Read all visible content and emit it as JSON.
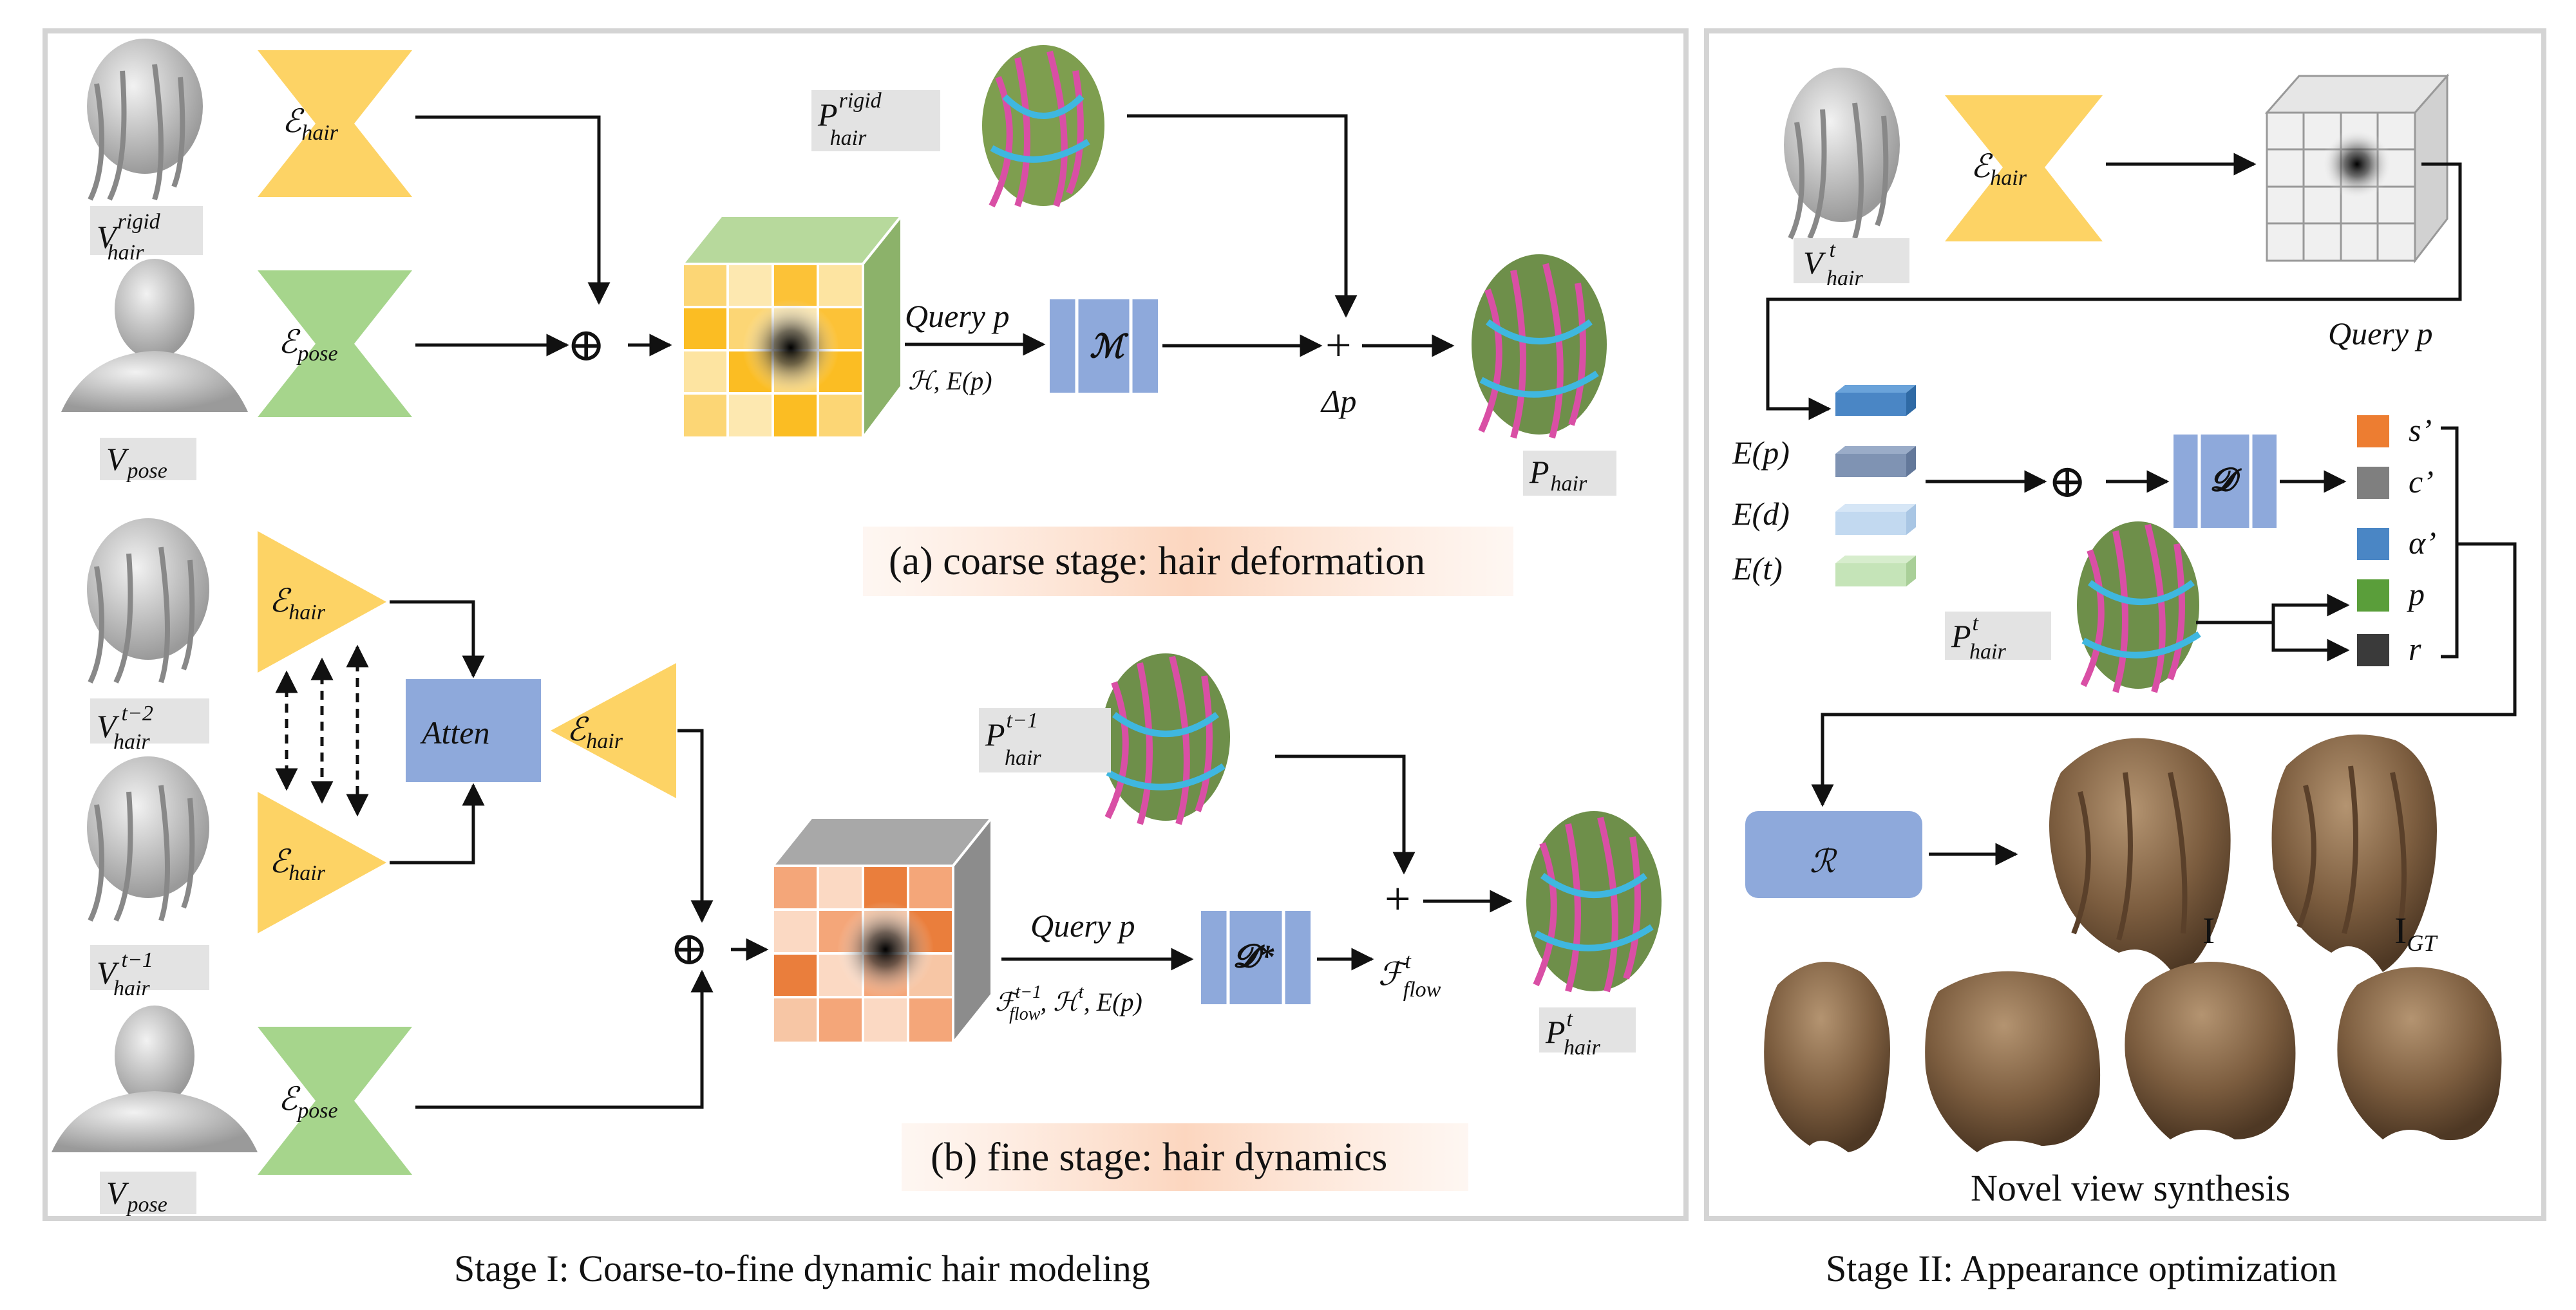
{
  "captions": {
    "stage1": "Stage I: Coarse-to-fine dynamic hair modeling",
    "stage2": "Stage II: Appearance optimization"
  },
  "coarse": {
    "title": "(a) coarse stage: hair deformation",
    "v_rigid": {
      "base": "V",
      "sup": "rigid",
      "sub": "hair"
    },
    "v_pose": {
      "base": "V",
      "sub": "pose"
    },
    "enc_hair": {
      "base": "ℰ",
      "sub": "hair"
    },
    "enc_pose": {
      "base": "ℰ",
      "sub": "pose"
    },
    "p_rigid": {
      "base": "P",
      "sup": "rigid",
      "sub": "hair"
    },
    "query": "Query p",
    "query_inputs": "ℋ, E(p)",
    "mlp": "ℳ",
    "delta": "Δp",
    "p_hair": {
      "base": "P",
      "sub": "hair"
    },
    "concat": "⊕",
    "plus": "+"
  },
  "fine": {
    "title": "(b) fine stage: hair dynamics",
    "v_t2": {
      "base": "V",
      "sup": "t−2",
      "sub": "hair"
    },
    "v_t1": {
      "base": "V",
      "sup": "t−1",
      "sub": "hair"
    },
    "v_pose": {
      "base": "V",
      "sub": "pose"
    },
    "enc_hair": {
      "base": "ℰ",
      "sub": "hair"
    },
    "enc_pose": {
      "base": "ℰ",
      "sub": "pose"
    },
    "atten": "Atten",
    "p_t1": {
      "base": "P",
      "sup": "t−1",
      "sub": "hair"
    },
    "query": "Query p",
    "query_inputs": "ℱ",
    "query_inputs_sup": "t−1",
    "query_inputs_sub": "flow",
    "query_inputs_rest": ", ℋ",
    "query_inputs_rest_sup": "t",
    "query_inputs_end": ", E(p)",
    "decoder": "𝓓*",
    "flow": {
      "base": "ℱ",
      "sup": "t",
      "sub": "flow"
    },
    "p_t": {
      "base": "P",
      "sup": "t",
      "sub": "hair"
    },
    "concat": "⊕",
    "plus": "+"
  },
  "stage2": {
    "v_t": {
      "base": "V",
      "sup": "t",
      "sub": "hair"
    },
    "enc_hair": {
      "base": "ℰ",
      "sub": "hair"
    },
    "query": "Query p",
    "embed_labels": [
      "E(p)",
      "E(d)",
      "E(t)"
    ],
    "concat": "⊕",
    "decoder": "𝓓",
    "outputs": [
      "s’",
      "c’",
      "α’",
      "p",
      "r"
    ],
    "p_t": {
      "base": "P",
      "sup": "t",
      "sub": "hair"
    },
    "renderer": "ℛ",
    "img_label": "I",
    "gt_label": "I",
    "gt_sub": "GT",
    "nvs": "Novel view synthesis"
  },
  "colors": {
    "encoder_yellow": "#fdd365",
    "encoder_green": "#a6d58c",
    "mlp_blue": "#8ea9db",
    "label_bg": "#e3e3e3",
    "title_bg": "#fde3d3",
    "panel_border": "#d4d4d4"
  }
}
